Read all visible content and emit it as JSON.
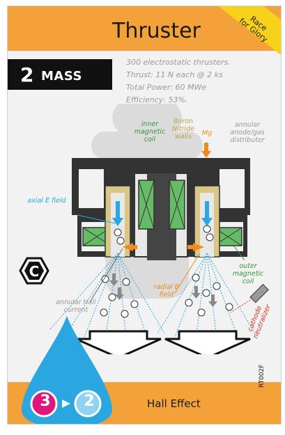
{
  "card": {
    "title": "Thruster",
    "corner_label_line1": "Race",
    "corner_label_line2": "for Glory",
    "mass_value": "2",
    "mass_label": "MASS",
    "stats": [
      "300 electrostatic thrusters.",
      "Thrust: 11 N each @ 2 ks",
      "Total Power: 60 MWe",
      "Efficiency: 53%."
    ],
    "footer_label": "Hall Effect",
    "card_code": "RT002F",
    "cost_from": "3",
    "cost_to": "2",
    "badge_icon": "c-hex-icon"
  },
  "diagram_labels": {
    "inner_coil": "inner magnetic coil",
    "boron": "Boron Nitride walls",
    "mg": "Mg",
    "anode": "annular anode/gas distributer",
    "axial": "axial E field",
    "outer_coil": "outer magnetic coil",
    "radial": "radial B field",
    "hall": "annular Hall current",
    "cathode": "cathode neutralizer"
  },
  "colors": {
    "header": "#f3a23a",
    "corner": "#f7d21a",
    "blue": "#2aa7e0",
    "green": "#2f9a3a",
    "gold": "#b8a24a",
    "orange": "#f08a1d",
    "magenta": "#e0167a",
    "red": "#e03020"
  }
}
